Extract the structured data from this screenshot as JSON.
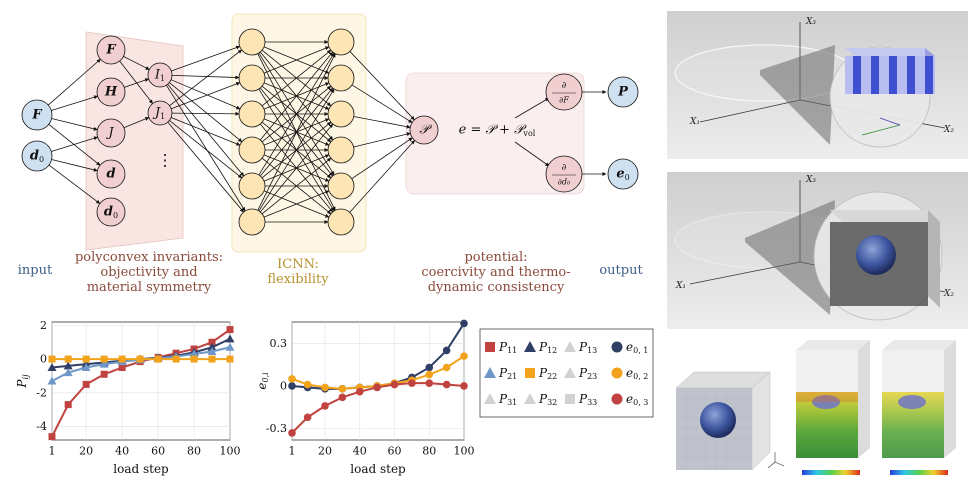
{
  "network": {
    "inputs": [
      {
        "sym": "F",
        "bold": true
      },
      {
        "sym": "d",
        "sub": "0",
        "bold": true
      }
    ],
    "invariants": [
      {
        "sym": "F",
        "bold": true
      },
      {
        "sym": "H",
        "bold": true
      },
      {
        "sym": "J",
        "bold": false
      },
      {
        "sym": "d",
        "bold": true
      },
      {
        "sym": "d",
        "sub": "0",
        "bold": true
      }
    ],
    "reduced": [
      {
        "sym": "I",
        "sub": "1"
      },
      {
        "sym": "J",
        "sub": "1"
      }
    ],
    "ellipsis": "⋮",
    "potential_node": "𝒫",
    "energy": "e = 𝒫 + 𝒫",
    "energy_sub": "vol",
    "derivatives": [
      {
        "num": "∂",
        "den": "∂F"
      },
      {
        "num": "∂",
        "den": "∂d₀"
      }
    ],
    "outputs": [
      {
        "sym": "P",
        "bold": true
      },
      {
        "sym": "e",
        "sub": "0",
        "bold": true
      }
    ],
    "colors": {
      "input": "#cfe0f1",
      "invariant": "#f1cfd0",
      "icnn": "#fde5b5",
      "line": "#111111",
      "inv_box": "#f9e6e3",
      "icnn_box": "#fff7e6",
      "pot_box": "#fbeeee"
    }
  },
  "captions": {
    "input": "input",
    "invariants": [
      "polyconvex invariants:",
      "objectivity and",
      "material symmetry"
    ],
    "icnn": [
      "ICNN:",
      "flexibility"
    ],
    "potential": [
      "potential:",
      "coercivity and thermo-",
      "dynamic consistency"
    ],
    "output": "output"
  },
  "chart_data": [
    {
      "type": "line",
      "xlabel": "load step",
      "ylabel": "P_ij",
      "xlim": [
        1,
        100
      ],
      "ylim": [
        -4.8,
        2.2
      ],
      "xticks": [
        "1",
        "20",
        "40",
        "60",
        "80",
        "100"
      ],
      "yticks": [
        "2",
        "0",
        "-2",
        "-4"
      ],
      "ytick_values": [
        2,
        0,
        -2,
        -4
      ],
      "x": [
        1,
        10,
        20,
        30,
        40,
        50,
        60,
        70,
        80,
        90,
        100
      ],
      "series": [
        {
          "name": "P11",
          "color": "#c0433f",
          "marker": "square",
          "values": [
            -4.6,
            -2.7,
            -1.5,
            -0.9,
            -0.5,
            -0.15,
            0.1,
            0.35,
            0.6,
            1.0,
            1.75
          ]
        },
        {
          "name": "P12",
          "color": "#2f3f66",
          "marker": "triangle",
          "values": [
            -0.5,
            -0.4,
            -0.3,
            -0.2,
            -0.1,
            0.0,
            0.08,
            0.2,
            0.4,
            0.7,
            1.2
          ]
        },
        {
          "name": "P21",
          "color": "#6f97c8",
          "marker": "triangle",
          "values": [
            -1.3,
            -0.8,
            -0.5,
            -0.3,
            -0.15,
            -0.05,
            0.05,
            0.15,
            0.3,
            0.45,
            0.7
          ]
        },
        {
          "name": "P22",
          "color": "#f2a31b",
          "marker": "square",
          "values": [
            0.0,
            0.0,
            0.0,
            0.0,
            0.0,
            0.0,
            0.0,
            0.0,
            0.0,
            0.0,
            0.0
          ]
        }
      ],
      "grid": true
    },
    {
      "type": "line",
      "xlabel": "load step",
      "ylabel": "e_0,i",
      "xlim": [
        1,
        100
      ],
      "ylim": [
        -0.38,
        0.45
      ],
      "xticks": [
        "1",
        "20",
        "40",
        "60",
        "80",
        "100"
      ],
      "yticks": [
        "0.3",
        "0",
        "-0.3"
      ],
      "ytick_values": [
        0.3,
        0,
        -0.3
      ],
      "x": [
        1,
        10,
        20,
        30,
        40,
        50,
        60,
        70,
        80,
        90,
        100
      ],
      "series": [
        {
          "name": "e0,1",
          "color": "#2f3f66",
          "marker": "circle",
          "values": [
            0.0,
            -0.01,
            -0.02,
            -0.02,
            -0.01,
            0.0,
            0.02,
            0.06,
            0.13,
            0.25,
            0.44
          ]
        },
        {
          "name": "e0,2",
          "color": "#f2a31b",
          "marker": "circle",
          "values": [
            0.05,
            0.01,
            -0.01,
            -0.02,
            -0.01,
            0.0,
            0.02,
            0.04,
            0.08,
            0.13,
            0.21
          ]
        },
        {
          "name": "e0,3",
          "color": "#c0433f",
          "marker": "circle",
          "values": [
            -0.33,
            -0.22,
            -0.14,
            -0.08,
            -0.04,
            -0.01,
            0.01,
            0.02,
            0.02,
            0.01,
            0.0
          ]
        }
      ],
      "grid": true
    }
  ],
  "legend": [
    {
      "label": "P",
      "sub": "11",
      "color": "#c0433f",
      "marker": "square"
    },
    {
      "label": "P",
      "sub": "12",
      "color": "#2f3f66",
      "marker": "triangle"
    },
    {
      "label": "P",
      "sub": "13",
      "color": "#d2d2d2",
      "marker": "triangle"
    },
    {
      "label": "e",
      "sub": "0, 1",
      "color": "#2f3f66",
      "marker": "circle"
    },
    {
      "label": "P",
      "sub": "21",
      "color": "#6f97c8",
      "marker": "triangle"
    },
    {
      "label": "P",
      "sub": "22",
      "color": "#f2a31b",
      "marker": "square"
    },
    {
      "label": "P",
      "sub": "23",
      "color": "#d2d2d2",
      "marker": "triangle"
    },
    {
      "label": "e",
      "sub": "0, 2",
      "color": "#f2a31b",
      "marker": "circle"
    },
    {
      "label": "P",
      "sub": "31",
      "color": "#d2d2d2",
      "marker": "triangle"
    },
    {
      "label": "P",
      "sub": "32",
      "color": "#d2d2d2",
      "marker": "triangle"
    },
    {
      "label": "P",
      "sub": "33",
      "color": "#d2d2d2",
      "marker": "square"
    },
    {
      "label": "e",
      "sub": "0, 3",
      "color": "#c0433f",
      "marker": "circle"
    }
  ],
  "renders": {
    "axis_labels_1": [
      "X₃",
      "X₁",
      "X₂"
    ],
    "axis_labels_2": [
      "X₃",
      "X₁",
      "X₂"
    ]
  }
}
